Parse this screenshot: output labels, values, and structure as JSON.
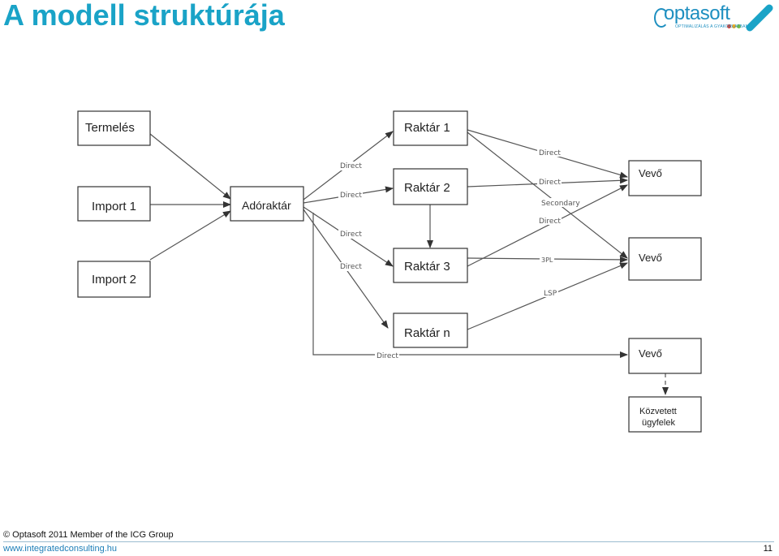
{
  "title": "A modell struktúrája",
  "logo": {
    "main": "optasoft",
    "sub": "OPTIMALIZÁLÁS A GYAKORLATBAN",
    "dot_colors": [
      "#e23b2e",
      "#f2a81d",
      "#7bbf3c"
    ]
  },
  "diagram": {
    "nodes": {
      "termeles": "Termelés",
      "import1": "Import 1",
      "import2": "Import 2",
      "adoraktar": "Adóraktár",
      "raktar1": "Raktár 1",
      "raktar2": "Raktár 2",
      "raktar3": "Raktár 3",
      "raktarn": "Raktár n",
      "vevo1": "Vevő",
      "vevo2": "Vevő",
      "vevo3": "Vevő",
      "kozvetett_line1": "Közvetett",
      "kozvetett_line2": "ügyfelek"
    },
    "edge_labels": {
      "direct_a": "Direct",
      "direct_b": "Direct",
      "direct_c": "Direct",
      "direct_d": "Direct",
      "direct_e": "Direct",
      "direct_f": "Direct",
      "secondary": "Secondary",
      "direct_g": "Direct",
      "tpl": "3PL",
      "lsp": "LSP",
      "direct_bottom": "Direct"
    }
  },
  "footer": {
    "copyright": "© Optasoft 2011 Member of the ICG Group",
    "url": "www.integratedconsulting.hu",
    "page": "11"
  }
}
